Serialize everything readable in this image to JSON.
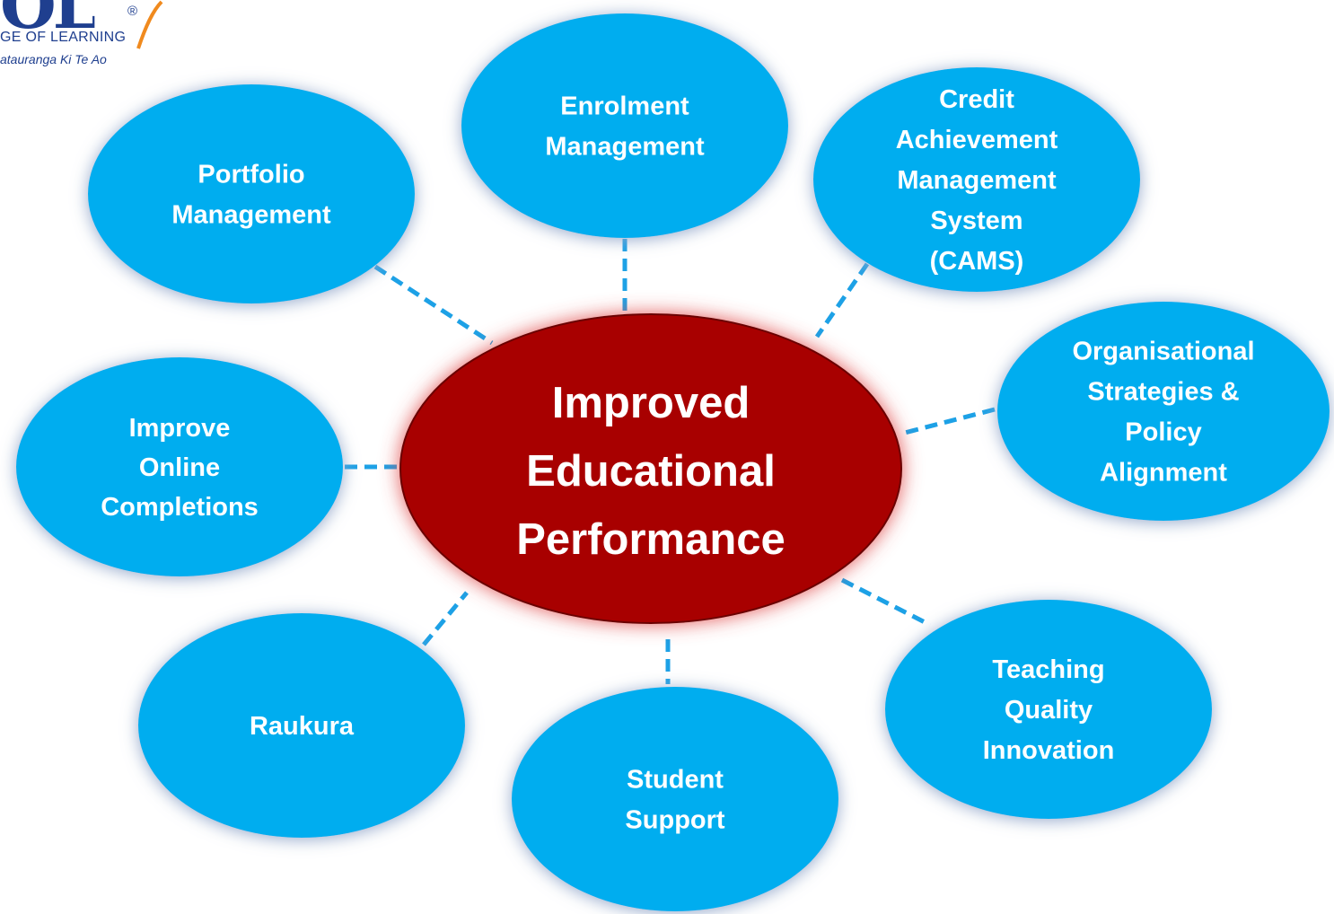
{
  "logo": {
    "brand": "OL",
    "registered": "®",
    "line1": "GE OF LEARNING",
    "line2": "atauranga Ki Te Ao"
  },
  "center": {
    "lines": [
      "Improved",
      "Educational",
      "Performance"
    ],
    "fill": "#a80000",
    "glow": "#e04646"
  },
  "colors": {
    "node_fill": "#00adef",
    "connector": "#1da1e6",
    "node_shadow": "#8fa4c8"
  },
  "nodes": [
    {
      "id": "portfolio-management",
      "lines": [
        "Portfolio",
        "Management"
      ]
    },
    {
      "id": "enrolment-management",
      "lines": [
        "Enrolment",
        "Management"
      ]
    },
    {
      "id": "cams",
      "lines": [
        "Credit",
        "Achievement",
        "Management",
        "System",
        "(CAMS)"
      ]
    },
    {
      "id": "organisational-strategies",
      "lines": [
        "Organisational",
        "Strategies &",
        "Policy",
        "Alignment"
      ]
    },
    {
      "id": "improve-online-completions",
      "lines": [
        "Improve",
        "Online",
        "Completions"
      ]
    },
    {
      "id": "raukura",
      "lines": [
        "Raukura"
      ]
    },
    {
      "id": "student-support",
      "lines": [
        "Student",
        "Support"
      ]
    },
    {
      "id": "teaching-quality-innovation",
      "lines": [
        "Teaching",
        "Quality",
        "Innovation"
      ]
    }
  ]
}
